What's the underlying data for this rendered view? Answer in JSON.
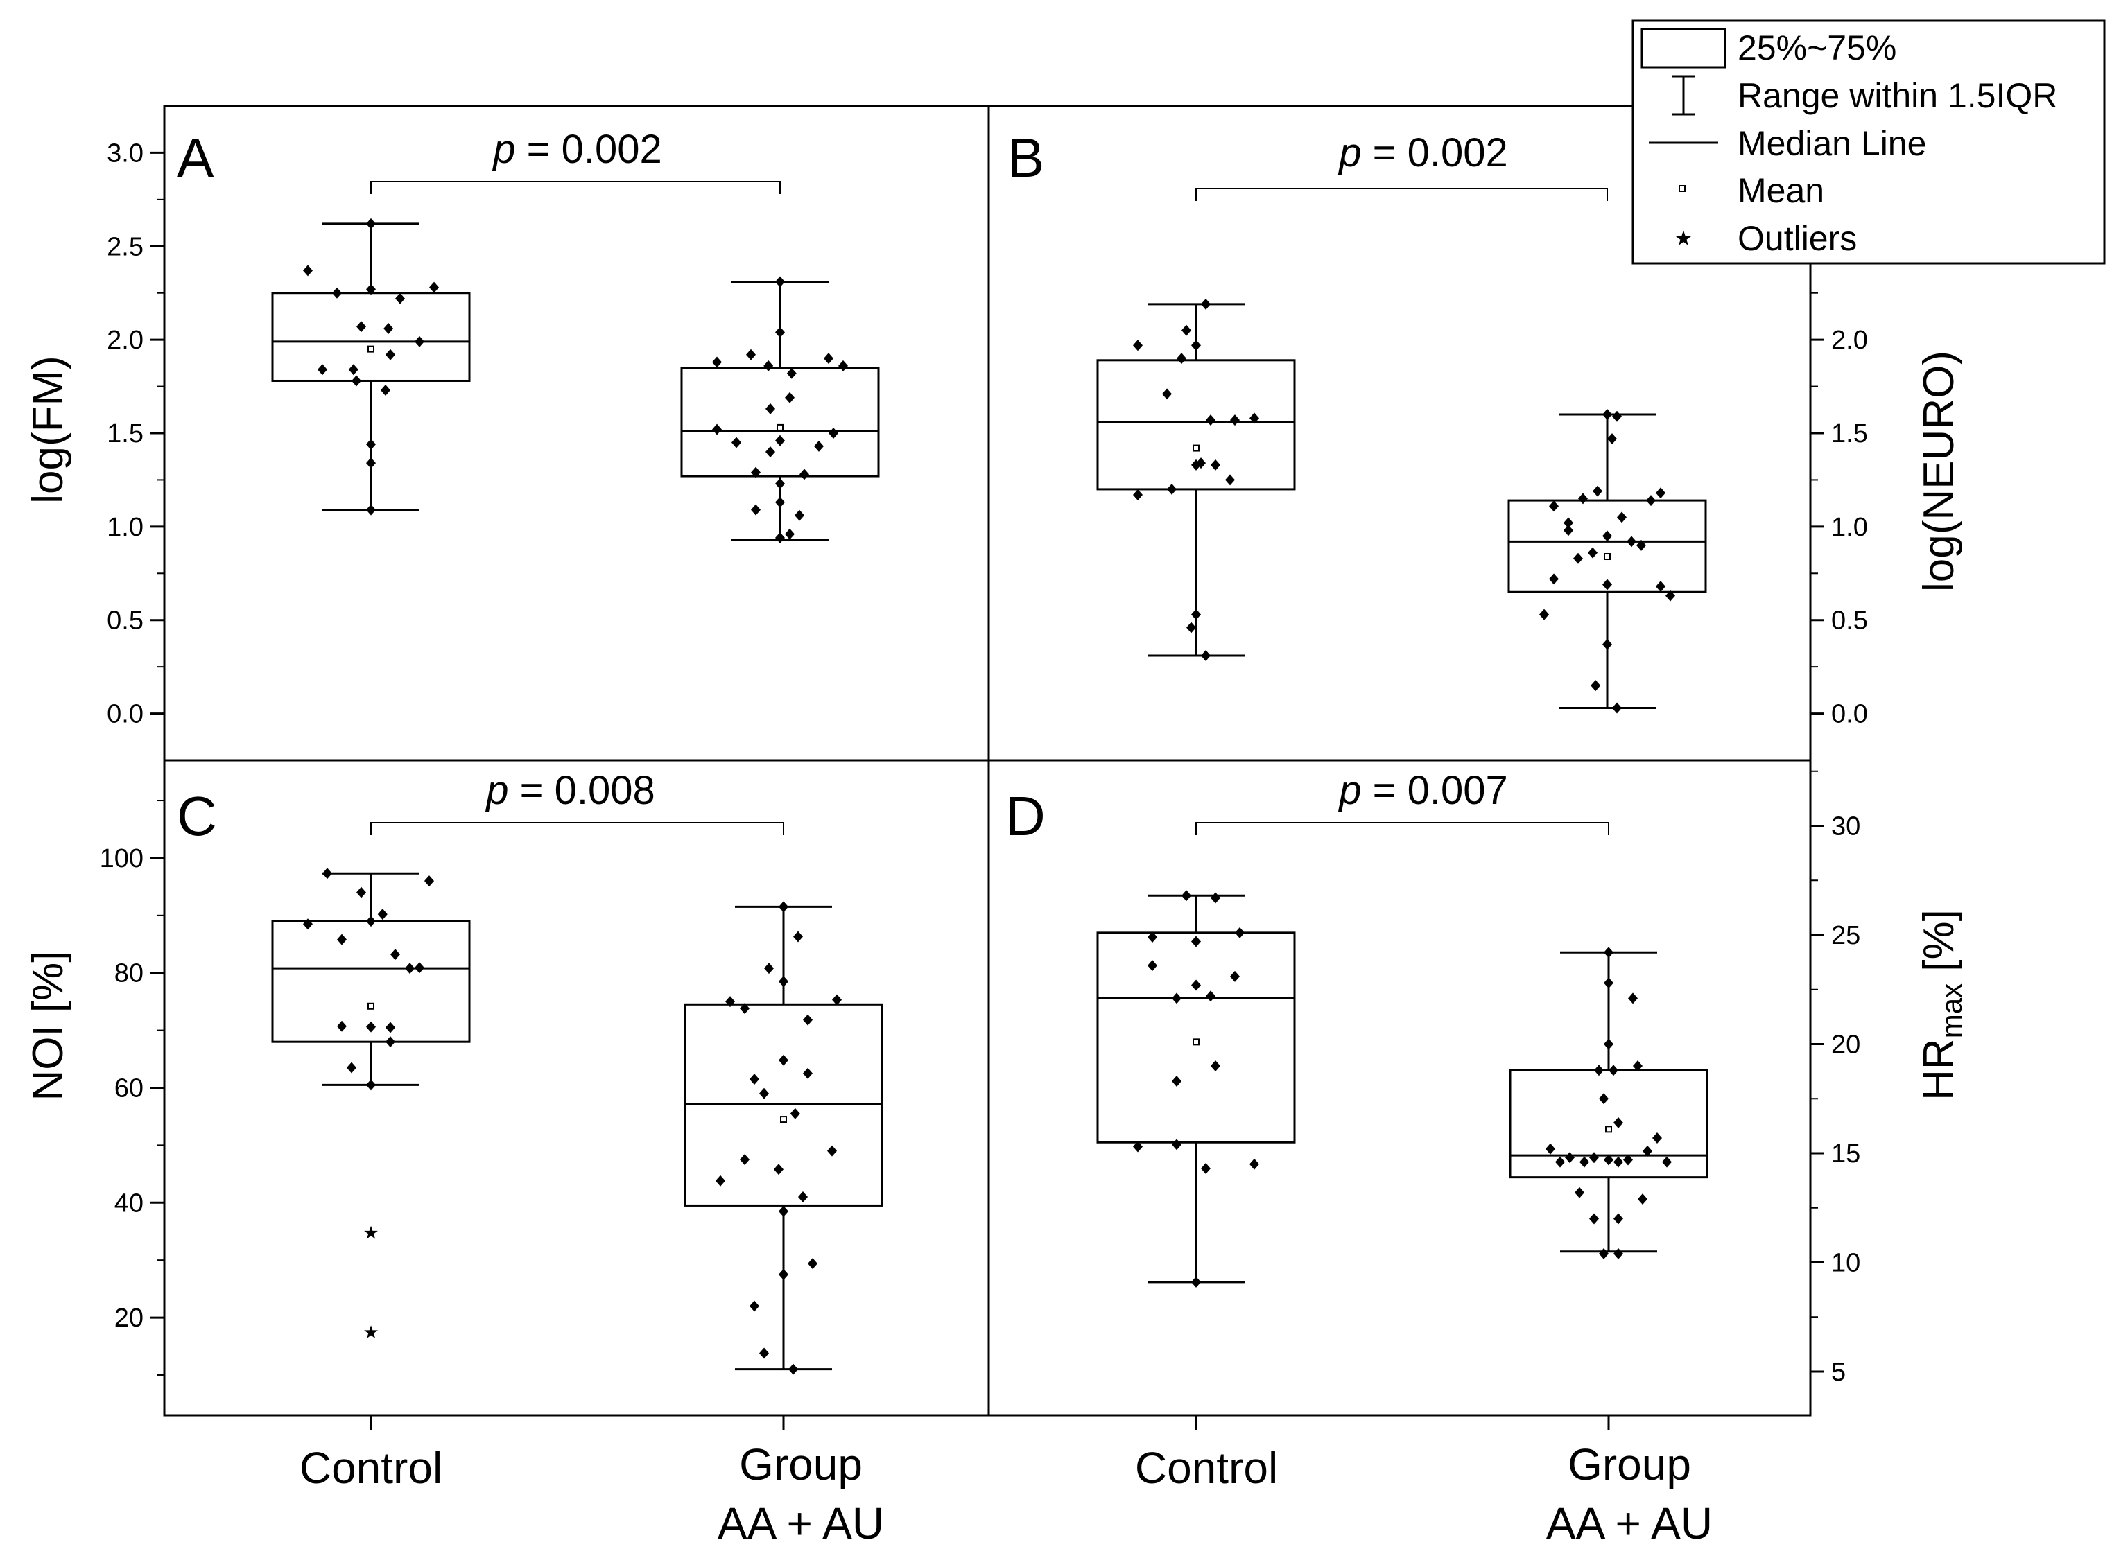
{
  "categories": [
    [
      "Control"
    ],
    [
      "Group",
      "AA + AU"
    ]
  ],
  "legend": {
    "entries": [
      {
        "symbol": "box",
        "label": "25%~75%"
      },
      {
        "symbol": "whisker",
        "label": "Range within 1.5IQR"
      },
      {
        "symbol": "median",
        "label": "Median Line"
      },
      {
        "symbol": "mean",
        "label": "Mean"
      },
      {
        "symbol": "outlier",
        "label": "Outliers"
      }
    ]
  },
  "chart_data": [
    {
      "type": "box",
      "panel": "A",
      "ylabel": "log(FM)",
      "ylim": [
        -0.25,
        3.25
      ],
      "yticks": [
        "0.0",
        "0.5",
        "1.0",
        "1.5",
        "2.0",
        "2.5",
        "3.0"
      ],
      "ytick_values": [
        0,
        0.5,
        1,
        1.5,
        2,
        2.5,
        3
      ],
      "minor_step": 0.25,
      "axis_side": "left",
      "significance": "p = 0.002",
      "groups": [
        {
          "category": "Control",
          "whisker_low": 1.09,
          "q1": 1.78,
          "median": 1.99,
          "q3": 2.25,
          "whisker_high": 2.62,
          "mean": 1.95,
          "outliers": [],
          "points": [
            [
              -0.65,
              2.37
            ],
            [
              -0.5,
              1.84
            ],
            [
              -0.35,
              2.25
            ],
            [
              -0.15,
              1.78
            ],
            [
              -0.18,
              1.84
            ],
            [
              -0.1,
              2.07
            ],
            [
              0,
              2.27
            ],
            [
              0,
              1.44
            ],
            [
              0,
              1.34
            ],
            [
              0,
              2.62
            ],
            [
              0,
              1.09
            ],
            [
              0.15,
              1.73
            ],
            [
              0.18,
              2.06
            ],
            [
              0.2,
              1.92
            ],
            [
              0.3,
              2.22
            ],
            [
              0.5,
              1.99
            ],
            [
              0.65,
              2.28
            ]
          ]
        },
        {
          "category": "Group AA + AU",
          "whisker_low": 0.93,
          "q1": 1.27,
          "median": 1.51,
          "q3": 1.85,
          "whisker_high": 2.31,
          "mean": 1.53,
          "outliers": [],
          "points": [
            [
              -0.65,
              1.88
            ],
            [
              -0.65,
              1.52
            ],
            [
              -0.45,
              1.45
            ],
            [
              -0.3,
              1.92
            ],
            [
              -0.25,
              1.09
            ],
            [
              -0.25,
              1.29
            ],
            [
              -0.12,
              1.86
            ],
            [
              -0.1,
              1.63
            ],
            [
              -0.1,
              1.4
            ],
            [
              0,
              0.94
            ],
            [
              0,
              1.13
            ],
            [
              0,
              1.23
            ],
            [
              0,
              1.46
            ],
            [
              0,
              2.04
            ],
            [
              0,
              2.31
            ],
            [
              0.12,
              1.82
            ],
            [
              0.1,
              1.69
            ],
            [
              0.1,
              0.96
            ],
            [
              0.2,
              1.06
            ],
            [
              0.25,
              1.28
            ],
            [
              0.4,
              1.43
            ],
            [
              0.5,
              1.9
            ],
            [
              0.55,
              1.5
            ],
            [
              0.65,
              1.86
            ]
          ]
        }
      ]
    },
    {
      "type": "box",
      "panel": "B",
      "ylabel": "log(NEURO)",
      "ylim": [
        -0.25,
        3.25
      ],
      "yticks": [
        "0.0",
        "0.5",
        "1.0",
        "1.5",
        "2.0"
      ],
      "ytick_values": [
        0,
        0.5,
        1,
        1.5,
        2
      ],
      "minor_step": 0.25,
      "axis_side": "right",
      "significance": "p = 0.002",
      "groups": [
        {
          "category": "Control",
          "whisker_low": 0.31,
          "q1": 1.2,
          "median": 1.56,
          "q3": 1.89,
          "whisker_high": 2.19,
          "mean": 1.42,
          "outliers": [],
          "points": [
            [
              -0.6,
              1.97
            ],
            [
              -0.6,
              1.17
            ],
            [
              -0.3,
              1.71
            ],
            [
              -0.25,
              1.2
            ],
            [
              -0.15,
              1.9
            ],
            [
              -0.1,
              2.05
            ],
            [
              -0.05,
              0.46
            ],
            [
              0,
              0.53
            ],
            [
              0,
              1.33
            ],
            [
              0,
              1.97
            ],
            [
              0.05,
              1.34
            ],
            [
              0.1,
              2.19
            ],
            [
              0.1,
              0.31
            ],
            [
              0.15,
              1.57
            ],
            [
              0.2,
              1.33
            ],
            [
              0.35,
              1.25
            ],
            [
              0.4,
              1.57
            ],
            [
              0.6,
              1.58
            ]
          ]
        },
        {
          "category": "Group AA + AU",
          "whisker_low": 0.03,
          "q1": 0.65,
          "median": 0.92,
          "q3": 1.14,
          "whisker_high": 1.6,
          "mean": 0.84,
          "outliers": [],
          "points": [
            [
              -0.65,
              0.53
            ],
            [
              -0.55,
              1.11
            ],
            [
              -0.55,
              0.72
            ],
            [
              -0.4,
              1.02
            ],
            [
              -0.4,
              0.98
            ],
            [
              -0.3,
              0.83
            ],
            [
              -0.25,
              1.15
            ],
            [
              -0.12,
              0.15
            ],
            [
              -0.15,
              0.86
            ],
            [
              -0.1,
              1.19
            ],
            [
              0,
              0.37
            ],
            [
              0,
              1.6
            ],
            [
              0,
              0.69
            ],
            [
              0,
              0.95
            ],
            [
              0.05,
              1.47
            ],
            [
              0.1,
              0.03
            ],
            [
              0.1,
              1.59
            ],
            [
              0.15,
              1.05
            ],
            [
              0.25,
              0.92
            ],
            [
              0.35,
              0.9
            ],
            [
              0.45,
              1.14
            ],
            [
              0.55,
              1.18
            ],
            [
              0.55,
              0.68
            ],
            [
              0.65,
              0.63
            ]
          ]
        }
      ]
    },
    {
      "type": "box",
      "panel": "C",
      "ylabel": "NOI [%]",
      "ylim": [
        3,
        117
      ],
      "yticks": [
        "20",
        "40",
        "60",
        "80",
        "100"
      ],
      "ytick_values": [
        20,
        40,
        60,
        80,
        100
      ],
      "minor_step": 10,
      "axis_side": "left",
      "significance": "p = 0.008",
      "groups": [
        {
          "category": "Control",
          "whisker_low": 60.5,
          "q1": 68.0,
          "median": 80.8,
          "q3": 89.0,
          "whisker_high": 97.3,
          "mean": 74.2,
          "outliers": [
            34.8,
            17.5
          ],
          "points": [
            [
              -0.65,
              88.5
            ],
            [
              -0.45,
              97.3
            ],
            [
              -0.3,
              70.7
            ],
            [
              -0.3,
              85.8
            ],
            [
              -0.2,
              63.5
            ],
            [
              -0.1,
              94.0
            ],
            [
              0,
              89.0
            ],
            [
              0,
              70.6
            ],
            [
              0,
              60.5
            ],
            [
              0.12,
              90.2
            ],
            [
              0.2,
              68.0
            ],
            [
              0.2,
              70.5
            ],
            [
              0.25,
              83.2
            ],
            [
              0.4,
              80.8
            ],
            [
              0.5,
              80.9
            ],
            [
              0.6,
              96.0
            ]
          ]
        },
        {
          "category": "Group AA + AU",
          "whisker_low": 11.0,
          "q1": 39.5,
          "median": 57.2,
          "q3": 74.5,
          "whisker_high": 91.5,
          "mean": 54.5,
          "outliers": [],
          "points": [
            [
              -0.65,
              43.8
            ],
            [
              -0.55,
              75.0
            ],
            [
              -0.4,
              47.5
            ],
            [
              -0.4,
              73.8
            ],
            [
              -0.3,
              61.5
            ],
            [
              -0.3,
              22.0
            ],
            [
              -0.2,
              59.0
            ],
            [
              -0.2,
              13.8
            ],
            [
              -0.15,
              80.8
            ],
            [
              -0.05,
              45.8
            ],
            [
              0,
              64.8
            ],
            [
              0,
              38.5
            ],
            [
              0,
              27.5
            ],
            [
              0,
              78.5
            ],
            [
              0,
              91.5
            ],
            [
              0.1,
              11.0
            ],
            [
              0.12,
              55.5
            ],
            [
              0.15,
              86.3
            ],
            [
              0.2,
              41.0
            ],
            [
              0.25,
              71.8
            ],
            [
              0.25,
              62.5
            ],
            [
              0.3,
              29.4
            ],
            [
              0.5,
              49.0
            ],
            [
              0.55,
              75.3
            ]
          ]
        }
      ]
    },
    {
      "type": "box",
      "panel": "D",
      "ylabel": "HR",
      "ylabel_sub": "max",
      "ylabel_unit": "[%]",
      "ylim": [
        3,
        33
      ],
      "yticks": [
        "5",
        "10",
        "15",
        "20",
        "25",
        "30"
      ],
      "ytick_values": [
        5,
        10,
        15,
        20,
        25,
        30
      ],
      "minor_step": 2.5,
      "axis_side": "right",
      "significance": "p = 0.007",
      "groups": [
        {
          "category": "Control",
          "whisker_low": 9.1,
          "q1": 15.5,
          "median": 22.1,
          "q3": 25.1,
          "whisker_high": 26.8,
          "mean": 20.1,
          "outliers": [],
          "points": [
            [
              -0.6,
              15.3
            ],
            [
              -0.45,
              24.9
            ],
            [
              -0.45,
              23.6
            ],
            [
              -0.2,
              18.3
            ],
            [
              -0.2,
              15.4
            ],
            [
              -0.2,
              22.1
            ],
            [
              -0.1,
              26.8
            ],
            [
              0,
              9.1
            ],
            [
              0,
              24.7
            ],
            [
              0,
              22.7
            ],
            [
              0.1,
              14.3
            ],
            [
              0.15,
              22.2
            ],
            [
              0.2,
              19.0
            ],
            [
              0.2,
              26.7
            ],
            [
              0.4,
              23.1
            ],
            [
              0.45,
              25.1
            ],
            [
              0.6,
              14.5
            ]
          ]
        },
        {
          "category": "Group AA + AU",
          "whisker_low": 10.5,
          "q1": 13.9,
          "median": 14.9,
          "q3": 18.8,
          "whisker_high": 24.2,
          "mean": 16.1,
          "outliers": [],
          "points": [
            [
              -0.6,
              15.2
            ],
            [
              -0.5,
              14.6
            ],
            [
              -0.4,
              14.8
            ],
            [
              -0.3,
              13.2
            ],
            [
              -0.25,
              14.6
            ],
            [
              -0.15,
              14.8
            ],
            [
              -0.15,
              12.0
            ],
            [
              -0.1,
              18.8
            ],
            [
              -0.05,
              17.5
            ],
            [
              -0.05,
              10.4
            ],
            [
              0,
              14.7
            ],
            [
              0,
              20.0
            ],
            [
              0,
              22.8
            ],
            [
              0,
              24.2
            ],
            [
              0.05,
              18.8
            ],
            [
              0.1,
              16.4
            ],
            [
              0.1,
              14.6
            ],
            [
              0.1,
              12.0
            ],
            [
              0.1,
              10.4
            ],
            [
              0.2,
              14.7
            ],
            [
              0.25,
              22.1
            ],
            [
              0.3,
              19.0
            ],
            [
              0.35,
              12.9
            ],
            [
              0.4,
              15.1
            ],
            [
              0.5,
              15.7
            ],
            [
              0.6,
              14.6
            ]
          ]
        }
      ]
    }
  ]
}
